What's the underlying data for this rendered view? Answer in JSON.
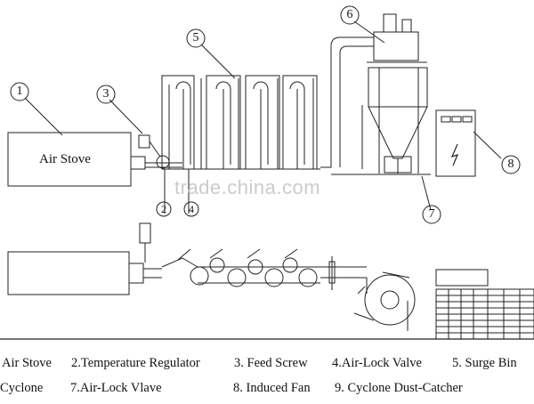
{
  "diagram": {
    "air_stove_label": "Air Stove",
    "watermark": "trade.china.com",
    "callouts": [
      "1",
      "2",
      "3",
      "4",
      "5",
      "6",
      "7",
      "8"
    ]
  },
  "legend": {
    "row1": [
      "Air Stove",
      "2.Temperature Regulator",
      "3. Feed Screw",
      "4.Air-Lock Valve",
      "5. Surge Bin"
    ],
    "row2": [
      "Cyclone",
      "7.Air-Lock Vlave",
      "8. Induced Fan",
      "9. Cyclone Dust-Catcher"
    ]
  }
}
